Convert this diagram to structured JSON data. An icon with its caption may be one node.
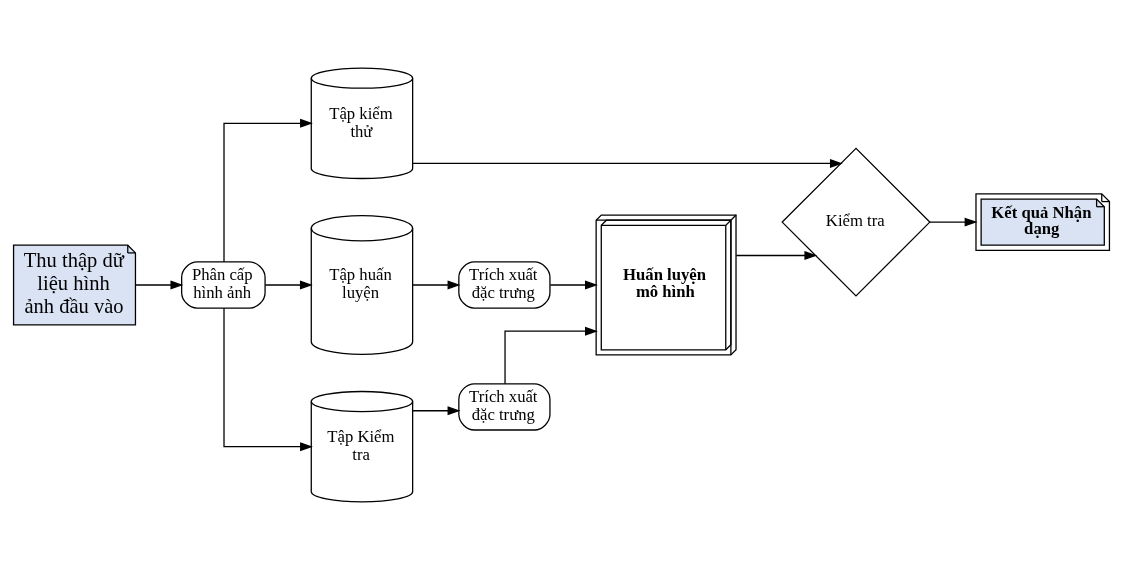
{
  "diagram": {
    "nodes": [
      {
        "text": [
          "Thu thập dữ liệu hình ảnh đầu vào"
        ]
      },
      {
        "text": [
          "Phân cấp hình ảnh"
        ]
      },
      {
        "text": [
          "Tập kiểm thử"
        ]
      },
      {
        "text": [
          "Tập huấn luyện"
        ]
      },
      {
        "text": [
          "Tập Kiểm tra"
        ]
      },
      {
        "text": [
          "Trích xuất đặc trưng"
        ]
      },
      {
        "text": [
          "Trích xuất đặc trưng"
        ]
      },
      {
        "text": [
          "Huấn luyện mô hình"
        ]
      },
      {
        "text": [
          "Kiểm tra"
        ]
      },
      {
        "text": [
          "Kết quả Nhận dạng"
        ]
      }
    ],
    "edges": [
      {
        "from": 0,
        "to": 1,
        "arrow": "to"
      },
      {
        "from": 1,
        "to": 2,
        "arrow": "to"
      },
      {
        "from": 1,
        "to": 3,
        "arrow": "to"
      },
      {
        "from": 1,
        "to": 4,
        "arrow": "to"
      },
      {
        "from": 3,
        "to": 5,
        "arrow": "to"
      },
      {
        "from": 4,
        "to": 6,
        "arrow": "to"
      },
      {
        "from": 5,
        "to": 7,
        "arrow": "to"
      },
      {
        "from": 6,
        "to": 7,
        "arrow": "to"
      },
      {
        "from": 2,
        "to": 8,
        "arrow": "to"
      },
      {
        "from": 7,
        "to": 8,
        "arrow": "to"
      },
      {
        "from": 8,
        "to": 9,
        "arrow": "to"
      }
    ]
  }
}
